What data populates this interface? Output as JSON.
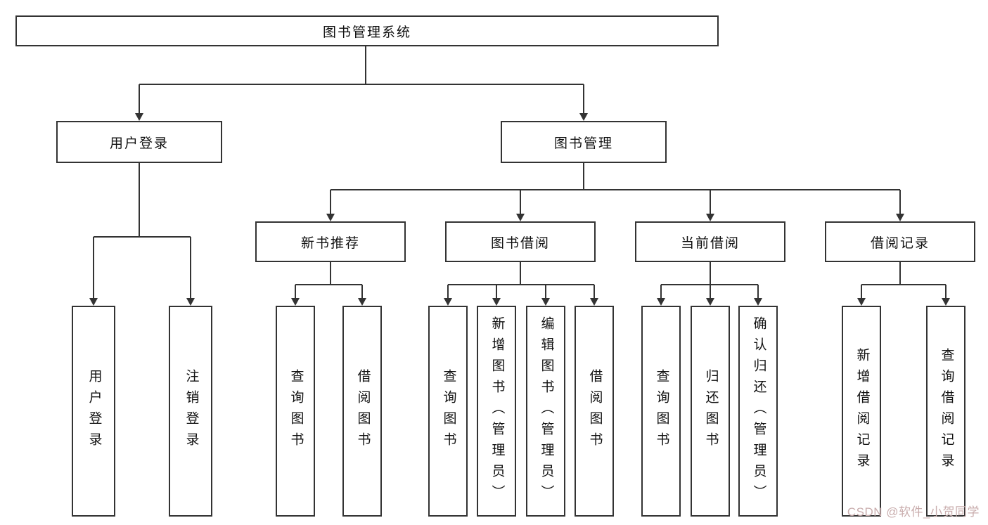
{
  "diagram": {
    "root": "图书管理系统",
    "level2": [
      "用户登录",
      "图书管理"
    ],
    "level3": [
      "新书推荐",
      "图书借阅",
      "当前借阅",
      "借阅记录"
    ],
    "leaves_user_login": [
      "用户登录",
      "注销登录"
    ],
    "leaves_new_book": [
      "查询图书",
      "借阅图书"
    ],
    "leaves_book_borrow": [
      "查询图书",
      "新增图书（管理员）",
      "编辑图书（管理员）",
      "借阅图书"
    ],
    "leaves_current_borrow": [
      "查询图书",
      "归还图书",
      "确认归还（管理员）"
    ],
    "leaves_borrow_record": [
      "新增借阅记录",
      "查询借阅记录"
    ]
  },
  "watermark": "CSDN @软件_小贺同学",
  "colors": {
    "line": "#333333",
    "border": "#333333",
    "text": "#111111",
    "watermark": "#c9adad"
  }
}
